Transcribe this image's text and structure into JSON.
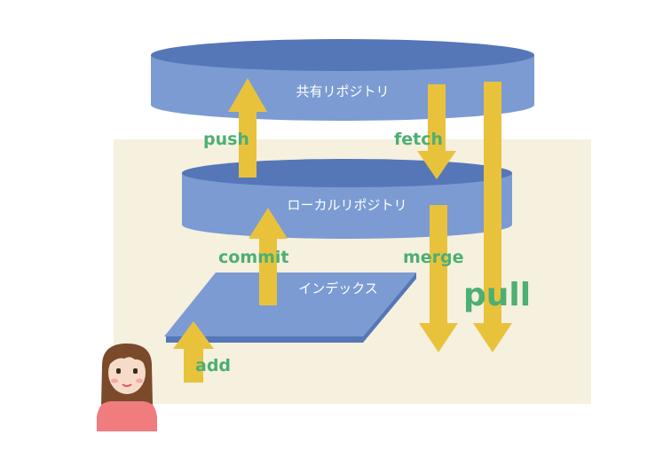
{
  "repos": {
    "shared": "共有リポジトリ",
    "local": "ローカルリポジトリ",
    "index": "インデックス"
  },
  "operations": {
    "push": "push",
    "fetch": "fetch",
    "commit": "commit",
    "merge": "merge",
    "add": "add",
    "pull": "pull"
  },
  "colors": {
    "background_panel": "#f6f0de",
    "repo_fill": "#7b9bd2",
    "repo_edge": "#5577b8",
    "arrow": "#e9c23c",
    "label": "#4caf73",
    "person_shirt": "#f07c7e",
    "person_hair": "#7a4a2a",
    "person_skin": "#f6dcc8"
  },
  "icons": {
    "person": "person-icon"
  }
}
